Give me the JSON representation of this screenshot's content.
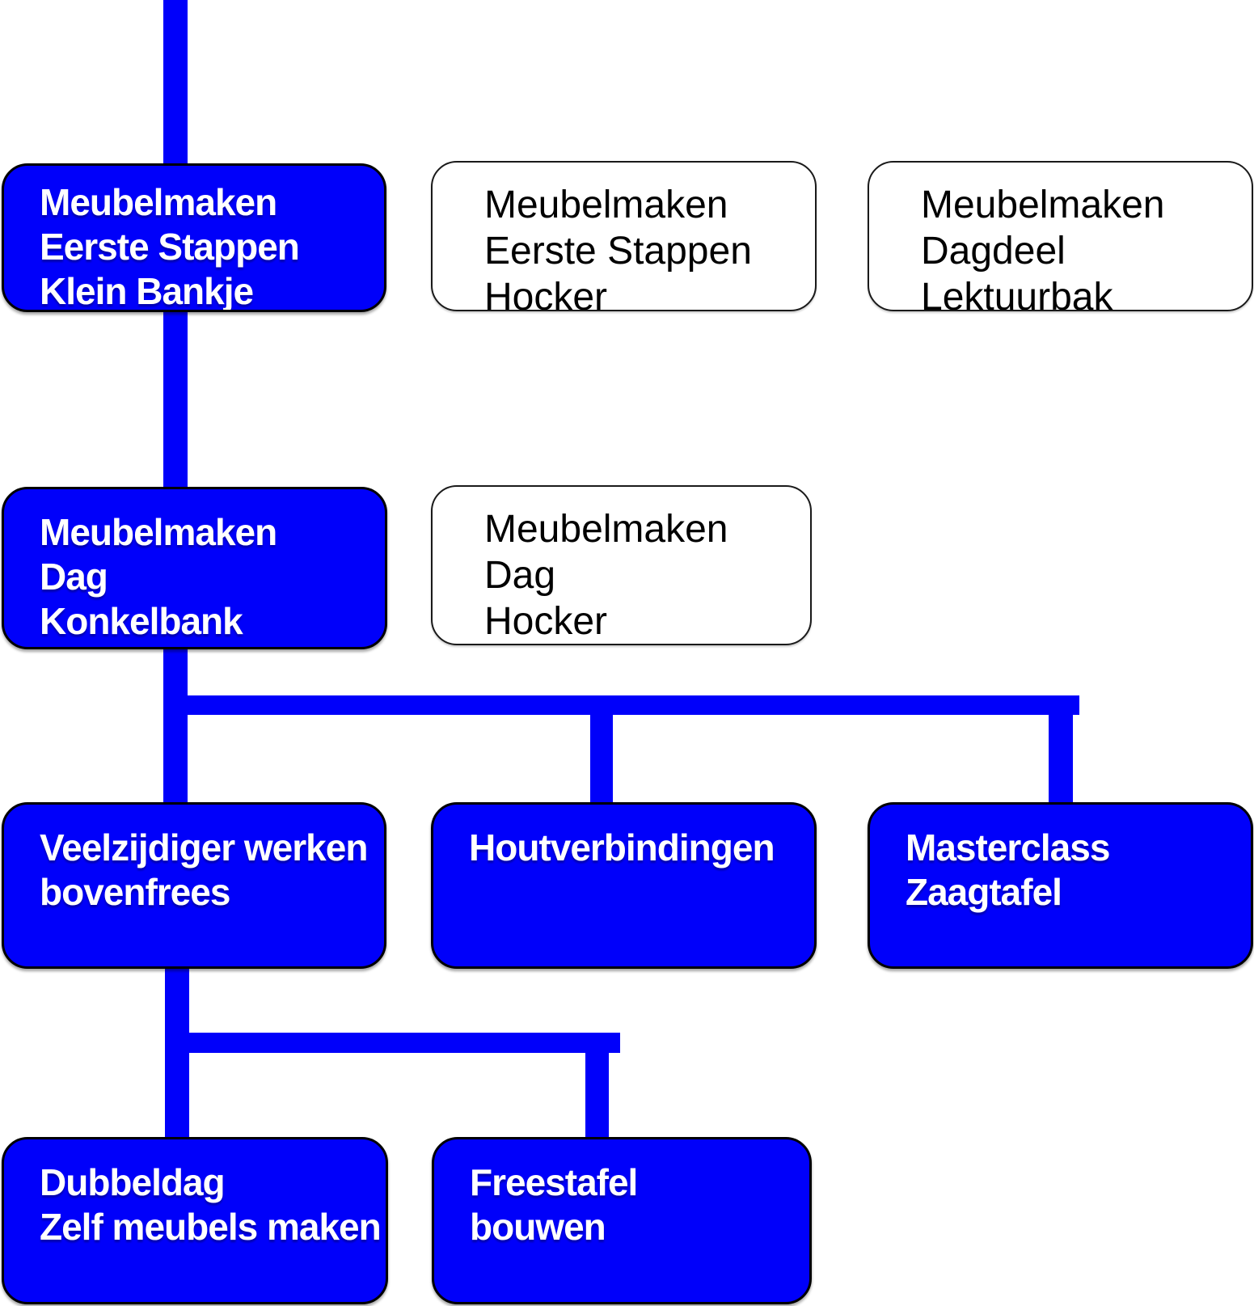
{
  "colors": {
    "node_fill_blue": "#0000FA",
    "node_fill_white": "#FFFFFF",
    "connector_blue": "#0000FA",
    "border_black": "#000000",
    "text_on_blue": "#FFFFFF",
    "text_on_white": "#000000"
  },
  "nodes": [
    {
      "id": "meubelmaken-eerste-stappen-klein-bankje",
      "style": "blue",
      "lines": [
        "Meubelmaken",
        "Eerste Stappen",
        "Klein Bankje"
      ]
    },
    {
      "id": "meubelmaken-eerste-stappen-hocker",
      "style": "white",
      "lines": [
        "Meubelmaken",
        "Eerste Stappen",
        "Hocker"
      ]
    },
    {
      "id": "meubelmaken-dagdeel-lektuurbak",
      "style": "white",
      "lines": [
        "Meubelmaken",
        "Dagdeel",
        "Lektuurbak"
      ]
    },
    {
      "id": "meubelmaken-dag-konkelbank",
      "style": "blue",
      "lines": [
        "Meubelmaken",
        "Dag",
        "Konkelbank"
      ]
    },
    {
      "id": "meubelmaken-dag-hocker",
      "style": "white",
      "lines": [
        "Meubelmaken",
        "Dag",
        "Hocker"
      ]
    },
    {
      "id": "veelzijdiger-werken-bovenfrees",
      "style": "blue",
      "lines": [
        "Veelzijdiger werken",
        "bovenfrees"
      ]
    },
    {
      "id": "houtverbindingen",
      "style": "blue",
      "lines": [
        "Houtverbindingen"
      ]
    },
    {
      "id": "masterclass-zaagtafel",
      "style": "blue",
      "lines": [
        "Masterclass",
        "Zaagtafel"
      ]
    },
    {
      "id": "dubbeldag-zelf-meubels-maken",
      "style": "blue",
      "lines": [
        "Dubbeldag",
        "Zelf meubels maken"
      ]
    },
    {
      "id": "freestafel-bouwen",
      "style": "blue",
      "lines": [
        "Freestafel",
        "bouwen"
      ]
    }
  ],
  "edges": [
    {
      "from": "offscreen-above",
      "to": "meubelmaken-eerste-stappen-klein-bankje"
    },
    {
      "from": "meubelmaken-eerste-stappen-klein-bankje",
      "to": "meubelmaken-dag-konkelbank"
    },
    {
      "from": "meubelmaken-dag-konkelbank",
      "to": "veelzijdiger-werken-bovenfrees"
    },
    {
      "from": "meubelmaken-dag-konkelbank",
      "to": "houtverbindingen"
    },
    {
      "from": "meubelmaken-dag-konkelbank",
      "to": "masterclass-zaagtafel"
    },
    {
      "from": "veelzijdiger-werken-bovenfrees",
      "to": "dubbeldag-zelf-meubels-maken"
    },
    {
      "from": "veelzijdiger-werken-bovenfrees",
      "to": "freestafel-bouwen"
    }
  ]
}
